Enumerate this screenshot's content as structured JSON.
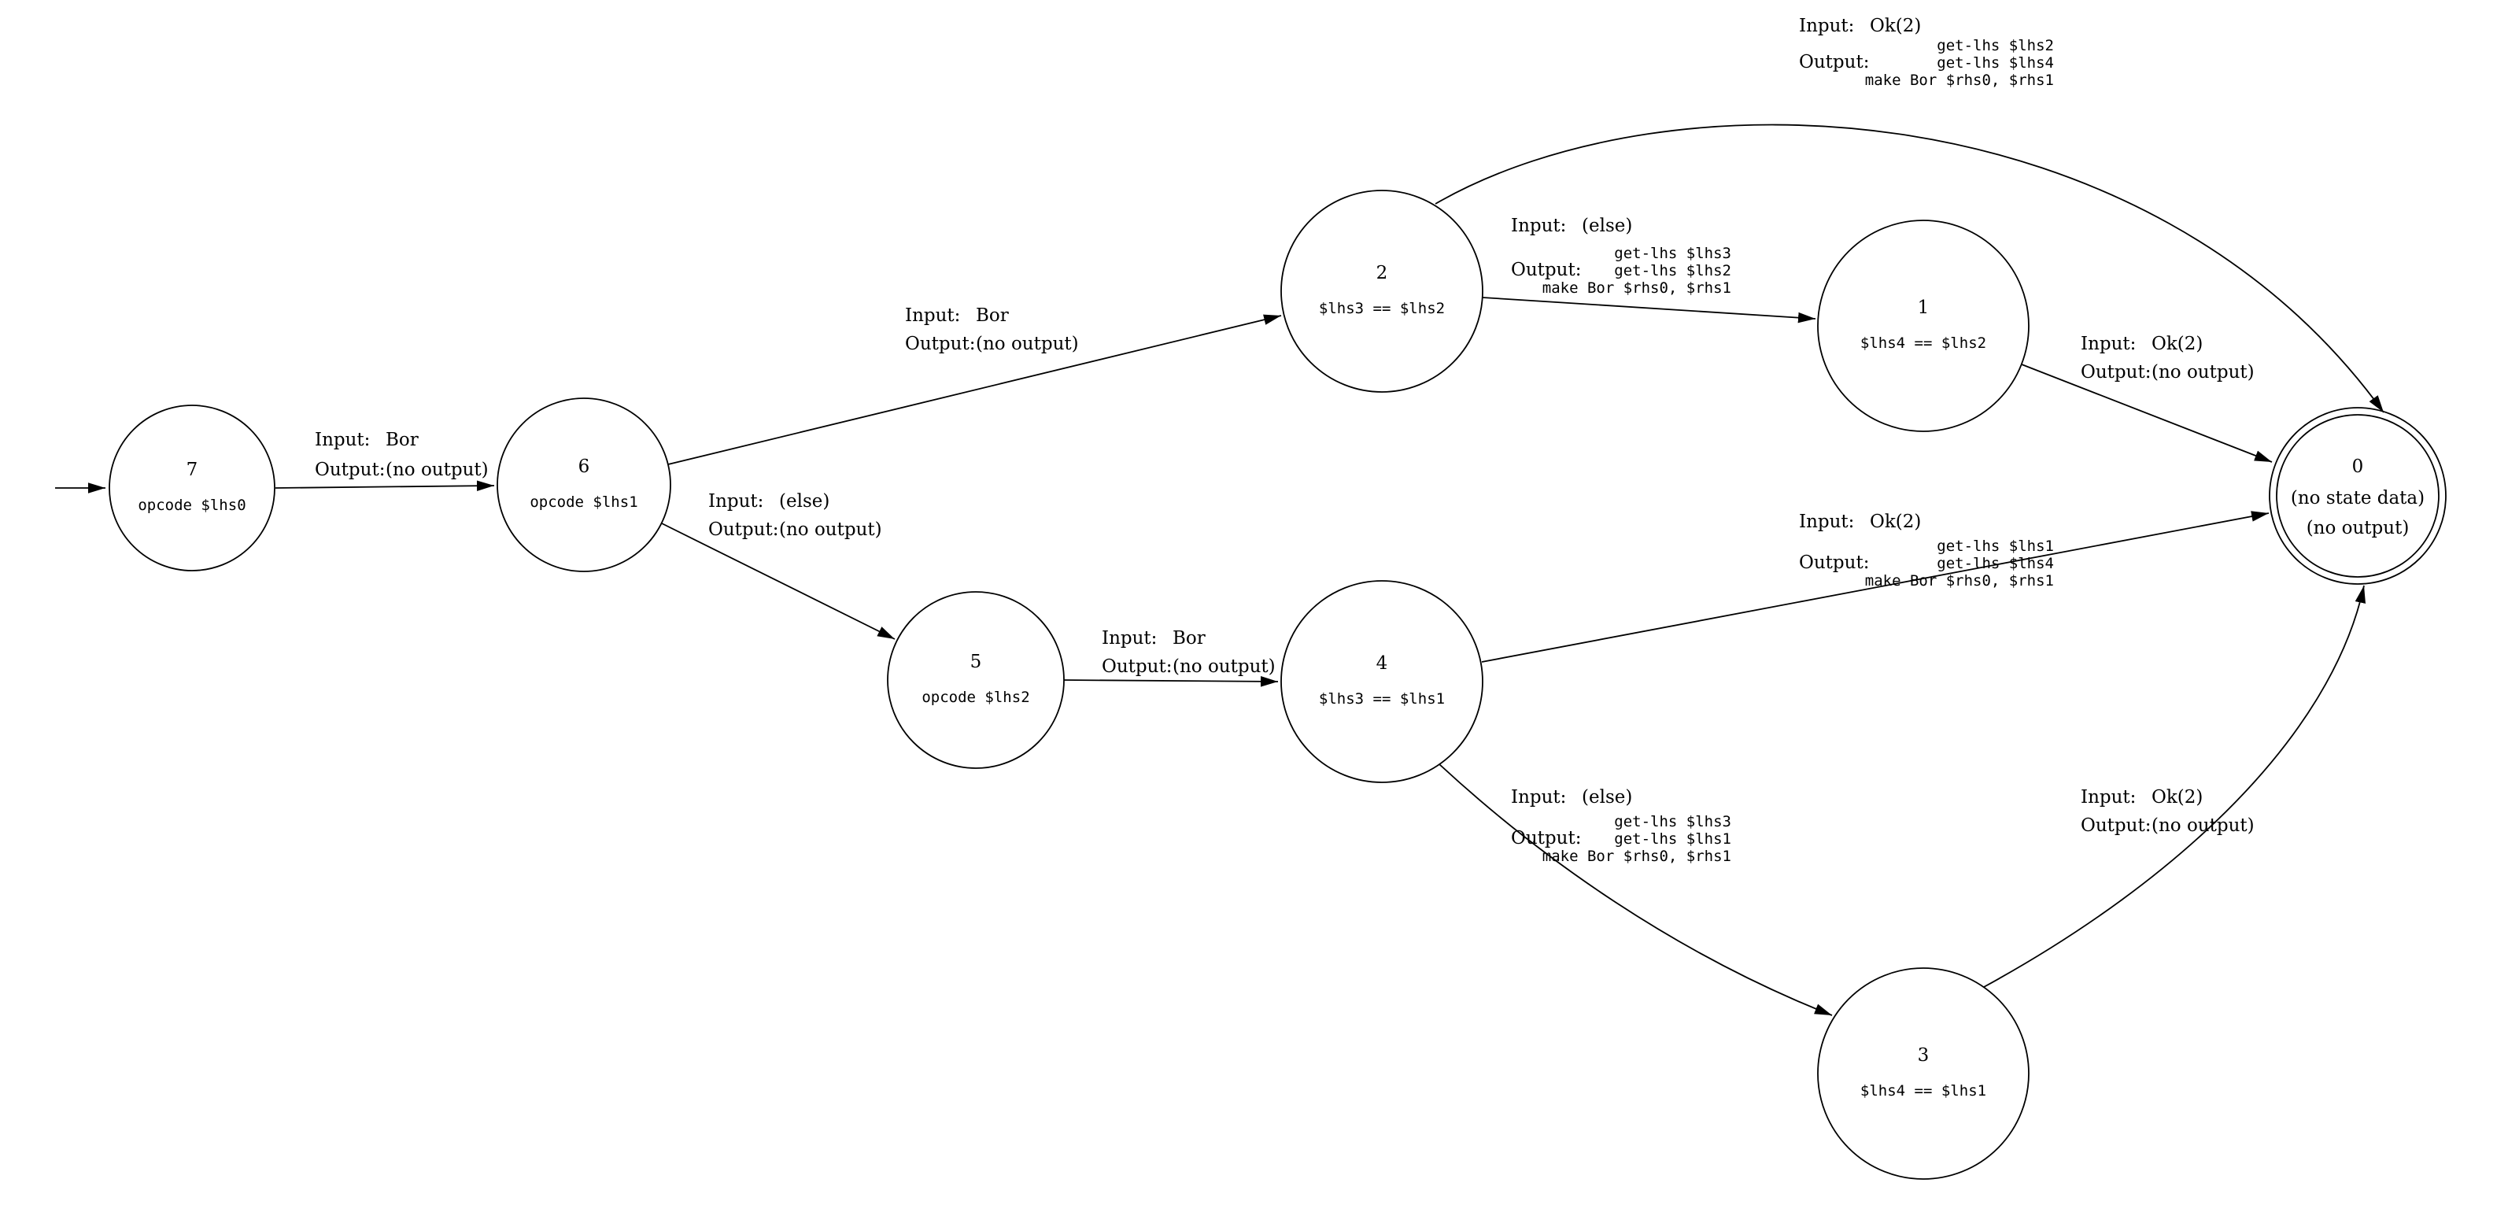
{
  "diagram": {
    "type": "state-machine",
    "labels": {
      "input": "Input:",
      "output": "Output:"
    },
    "nodes": {
      "n7": {
        "id": "7",
        "data": "opcode $lhs0"
      },
      "n6": {
        "id": "6",
        "data": "opcode $lhs1"
      },
      "n5": {
        "id": "5",
        "data": "opcode $lhs2"
      },
      "n2": {
        "id": "2",
        "data": "$lhs3 == $lhs2"
      },
      "n4": {
        "id": "4",
        "data": "$lhs3 == $lhs1"
      },
      "n1": {
        "id": "1",
        "data": "$lhs4 == $lhs2"
      },
      "n3": {
        "id": "3",
        "data": "$lhs4 == $lhs1"
      },
      "n0": {
        "id": "0",
        "data": "(no state data)",
        "output": "(no output)"
      }
    },
    "edges": {
      "e7_6": {
        "from": "7",
        "to": "6",
        "input": "Bor",
        "output": [
          "(no output)"
        ]
      },
      "e6_2": {
        "from": "6",
        "to": "2",
        "input": "Bor",
        "output": [
          "(no output)"
        ]
      },
      "e6_5": {
        "from": "6",
        "to": "5",
        "input": "(else)",
        "output": [
          "(no output)"
        ]
      },
      "e5_4": {
        "from": "5",
        "to": "4",
        "input": "Bor",
        "output": [
          "(no output)"
        ]
      },
      "e2_1": {
        "from": "2",
        "to": "1",
        "input": "(else)",
        "output": [
          "get-lhs $lhs3",
          "get-lhs $lhs2",
          "make Bor $rhs0, $rhs1"
        ]
      },
      "e2_0": {
        "from": "2",
        "to": "0",
        "input": "Ok(2)",
        "output": [
          "get-lhs $lhs2",
          "get-lhs $lhs4",
          "make Bor $rhs0, $rhs1"
        ]
      },
      "e1_0": {
        "from": "1",
        "to": "0",
        "input": "Ok(2)",
        "output": [
          "(no output)"
        ]
      },
      "e4_0": {
        "from": "4",
        "to": "0",
        "input": "Ok(2)",
        "output": [
          "get-lhs $lhs1",
          "get-lhs $lhs4",
          "make Bor $rhs0, $rhs1"
        ]
      },
      "e4_3": {
        "from": "4",
        "to": "3",
        "input": "(else)",
        "output": [
          "get-lhs $lhs3",
          "get-lhs $lhs1",
          "make Bor $rhs0, $rhs1"
        ]
      },
      "e3_0": {
        "from": "3",
        "to": "0",
        "input": "Ok(2)",
        "output": [
          "(no output)"
        ]
      }
    }
  }
}
